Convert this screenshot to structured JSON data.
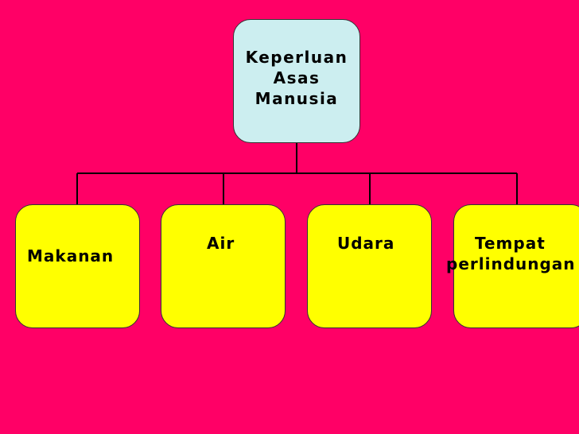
{
  "diagram": {
    "root": {
      "lines": [
        "Keperluan",
        "Asas",
        "Manusia"
      ]
    },
    "children": [
      {
        "label": "Makanan"
      },
      {
        "label": "Air"
      },
      {
        "label": "Udara"
      },
      {
        "label_line1": "Tempat",
        "label_line2": "perlindungan"
      }
    ],
    "colors": {
      "background": "#ff0066",
      "root_fill": "#cceef0",
      "child_fill": "#ffff00",
      "connector": "#000000"
    }
  }
}
